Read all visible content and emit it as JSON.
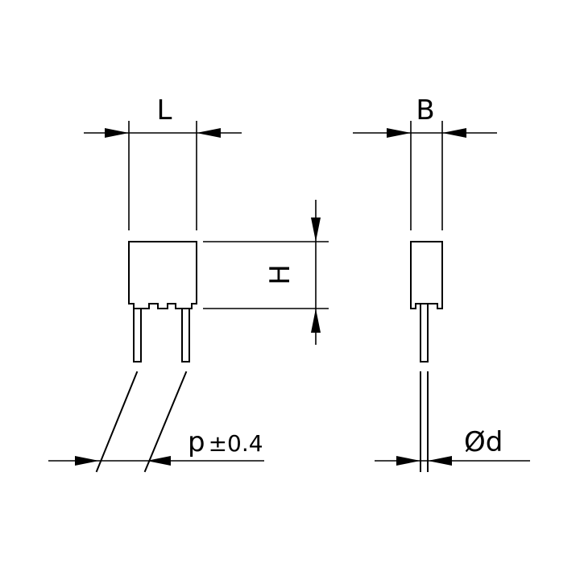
{
  "labels": {
    "length": "L",
    "width": "B",
    "height": "H",
    "pitch_symbol": "p",
    "pitch_tolerance": "±0.4",
    "lead_diameter": "Ød"
  },
  "colors": {
    "stroke": "#000000",
    "background": "#ffffff"
  }
}
